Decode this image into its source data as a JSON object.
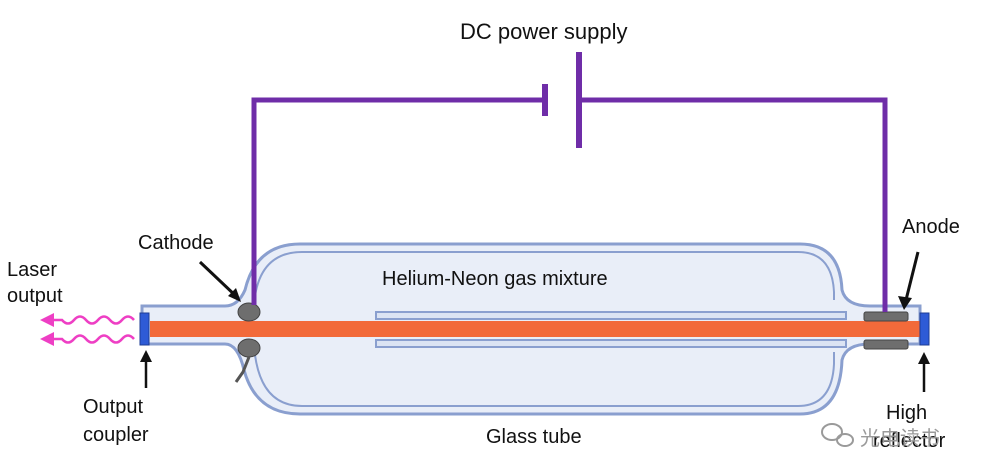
{
  "labels": {
    "dc_power_supply": "DC power supply",
    "cathode": "Cathode",
    "anode": "Anode",
    "gas_mixture": "Helium-Neon gas mixture",
    "laser_output_line1": "Laser",
    "laser_output_line2": "output",
    "output_coupler_line1": "Output",
    "output_coupler_line2": "coupler",
    "glass_tube": "Glass tube",
    "high_reflector_line1": "High",
    "high_reflector_line2": "reflector"
  },
  "watermark": {
    "text": "光电读书"
  },
  "colors": {
    "wire": "#6f2da8",
    "beam": "#f26a3a",
    "tube_stroke": "#8a9fcf",
    "tube_fill": "#e9eef8",
    "mirror": "#2e5bd6",
    "electrode": "#6e6e6e",
    "laser_wave": "#ee3fc4"
  }
}
